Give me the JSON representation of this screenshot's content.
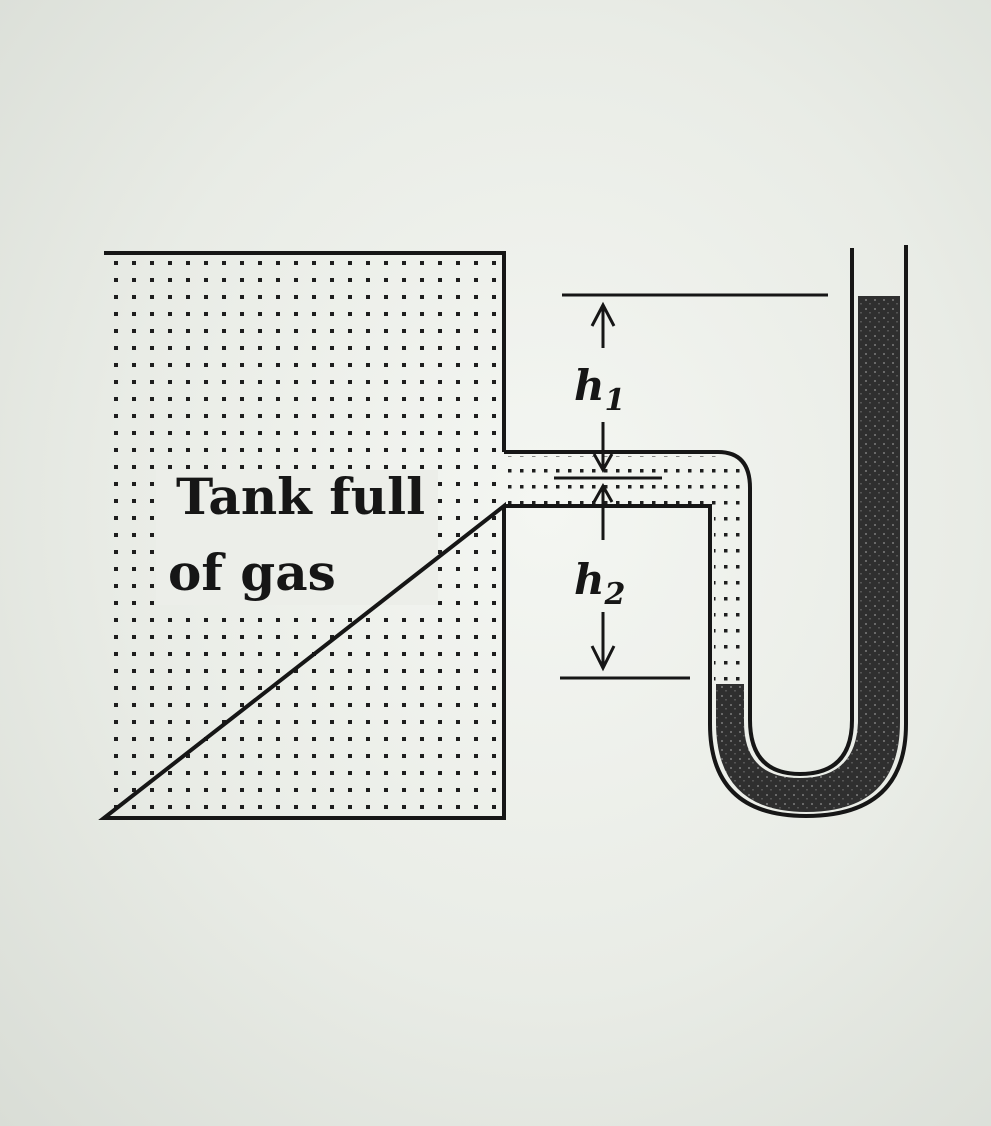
{
  "diagram": {
    "tank_label_line1": "Tank full",
    "tank_label_line2": "of gas",
    "h1_label": "h",
    "h1_subscript": "1",
    "h2_label": "h",
    "h2_subscript": "2"
  },
  "colors": {
    "ink": "#161616",
    "gas_dot": "#1e1e1e",
    "mercury": "#2e2e2e",
    "background": "#eceee9"
  }
}
